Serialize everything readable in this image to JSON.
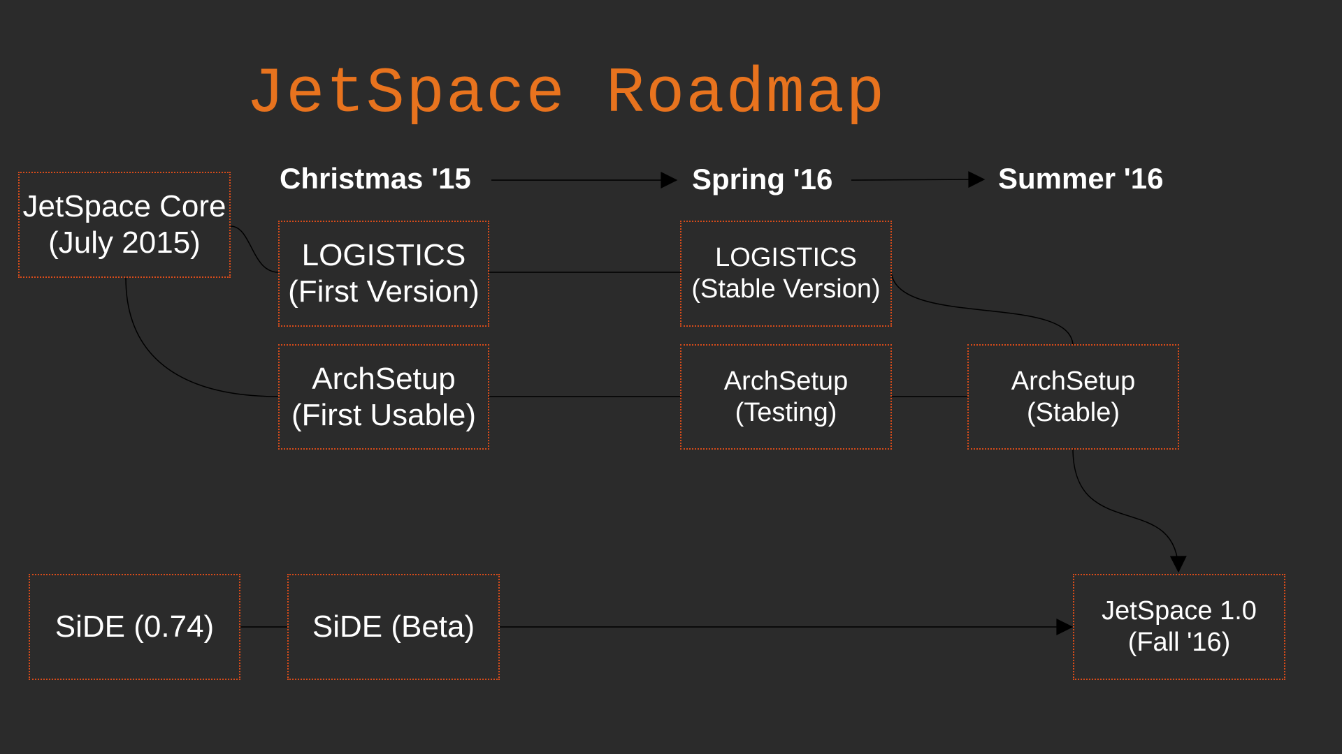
{
  "title": "JetSpace Roadmap",
  "colors": {
    "background": "#2b2b2b",
    "accent": "#e8731e",
    "box_border": "#d94c1a",
    "text": "#ffffff",
    "connector": "#000000"
  },
  "milestones": [
    "Christmas '15",
    "Spring '16",
    "Summer '16"
  ],
  "nodes": {
    "core": {
      "line1": "JetSpace Core",
      "line2": "(July 2015)"
    },
    "logistics_first": {
      "line1": "LOGISTICS",
      "line2": "(First Version)"
    },
    "logistics_stable": {
      "line1": "LOGISTICS",
      "line2": "(Stable Version)"
    },
    "archsetup_first": {
      "line1": "ArchSetup",
      "line2": "(First Usable)"
    },
    "archsetup_testing": {
      "line1": "ArchSetup",
      "line2": "(Testing)"
    },
    "archsetup_stable": {
      "line1": "ArchSetup",
      "line2": "(Stable)"
    },
    "side_074": {
      "line1": "SiDE (0.74)"
    },
    "side_beta": {
      "line1": "SiDE (Beta)"
    },
    "jetspace_10": {
      "line1": "JetSpace 1.0",
      "line2": "(Fall '16)"
    }
  },
  "edges": [
    {
      "from": "Christmas '15",
      "to": "Spring '16",
      "arrow": true
    },
    {
      "from": "Spring '16",
      "to": "Summer '16",
      "arrow": true
    },
    {
      "from": "JetSpace Core",
      "to": "LOGISTICS (First Version)",
      "arrow": false
    },
    {
      "from": "JetSpace Core",
      "to": "ArchSetup (First Usable)",
      "arrow": false
    },
    {
      "from": "LOGISTICS (First Version)",
      "to": "LOGISTICS (Stable Version)",
      "arrow": false
    },
    {
      "from": "LOGISTICS (Stable Version)",
      "to": "ArchSetup (Stable)",
      "arrow": false
    },
    {
      "from": "ArchSetup (First Usable)",
      "to": "ArchSetup (Testing)",
      "arrow": false
    },
    {
      "from": "ArchSetup (Testing)",
      "to": "ArchSetup (Stable)",
      "arrow": false
    },
    {
      "from": "ArchSetup (Stable)",
      "to": "JetSpace 1.0 (Fall '16)",
      "arrow": true
    },
    {
      "from": "SiDE (0.74)",
      "to": "SiDE (Beta)",
      "arrow": false
    },
    {
      "from": "SiDE (Beta)",
      "to": "JetSpace 1.0 (Fall '16)",
      "arrow": true
    }
  ]
}
